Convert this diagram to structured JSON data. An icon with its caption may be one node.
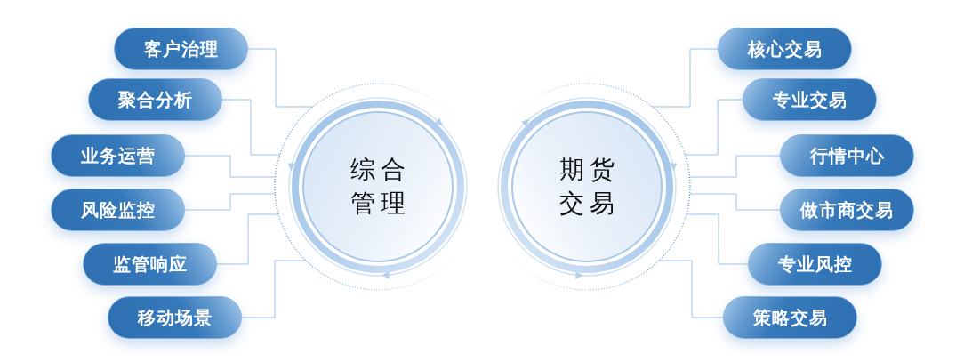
{
  "diagram": {
    "nodes": [
      {
        "text": [
          "客户治理"
        ]
      },
      {
        "text": [
          "聚合分析"
        ]
      },
      {
        "text": [
          "业务运营"
        ]
      },
      {
        "text": [
          "风险监控"
        ]
      },
      {
        "text": [
          "监管响应"
        ]
      },
      {
        "text": [
          "移动场景"
        ]
      },
      {
        "text": [
          "综合管理"
        ]
      },
      {
        "text": [
          "期货交易"
        ]
      },
      {
        "text": [
          "核心交易"
        ]
      },
      {
        "text": [
          "专业交易"
        ]
      },
      {
        "text": [
          "行情中心"
        ]
      },
      {
        "text": [
          "做市商交易"
        ]
      },
      {
        "text": [
          "专业风控"
        ]
      },
      {
        "text": [
          "策略交易"
        ]
      }
    ],
    "edges": [
      {
        "from": 0,
        "to": 6,
        "arrow": "none"
      },
      {
        "from": 1,
        "to": 6,
        "arrow": "none"
      },
      {
        "from": 2,
        "to": 6,
        "arrow": "none"
      },
      {
        "from": 3,
        "to": 6,
        "arrow": "none"
      },
      {
        "from": 4,
        "to": 6,
        "arrow": "none"
      },
      {
        "from": 5,
        "to": 6,
        "arrow": "none"
      },
      {
        "from": 7,
        "to": 8,
        "arrow": "none"
      },
      {
        "from": 7,
        "to": 9,
        "arrow": "none"
      },
      {
        "from": 7,
        "to": 10,
        "arrow": "none"
      },
      {
        "from": 7,
        "to": 11,
        "arrow": "none"
      },
      {
        "from": 7,
        "to": 12,
        "arrow": "none"
      },
      {
        "from": 7,
        "to": 13,
        "arrow": "none"
      }
    ]
  }
}
